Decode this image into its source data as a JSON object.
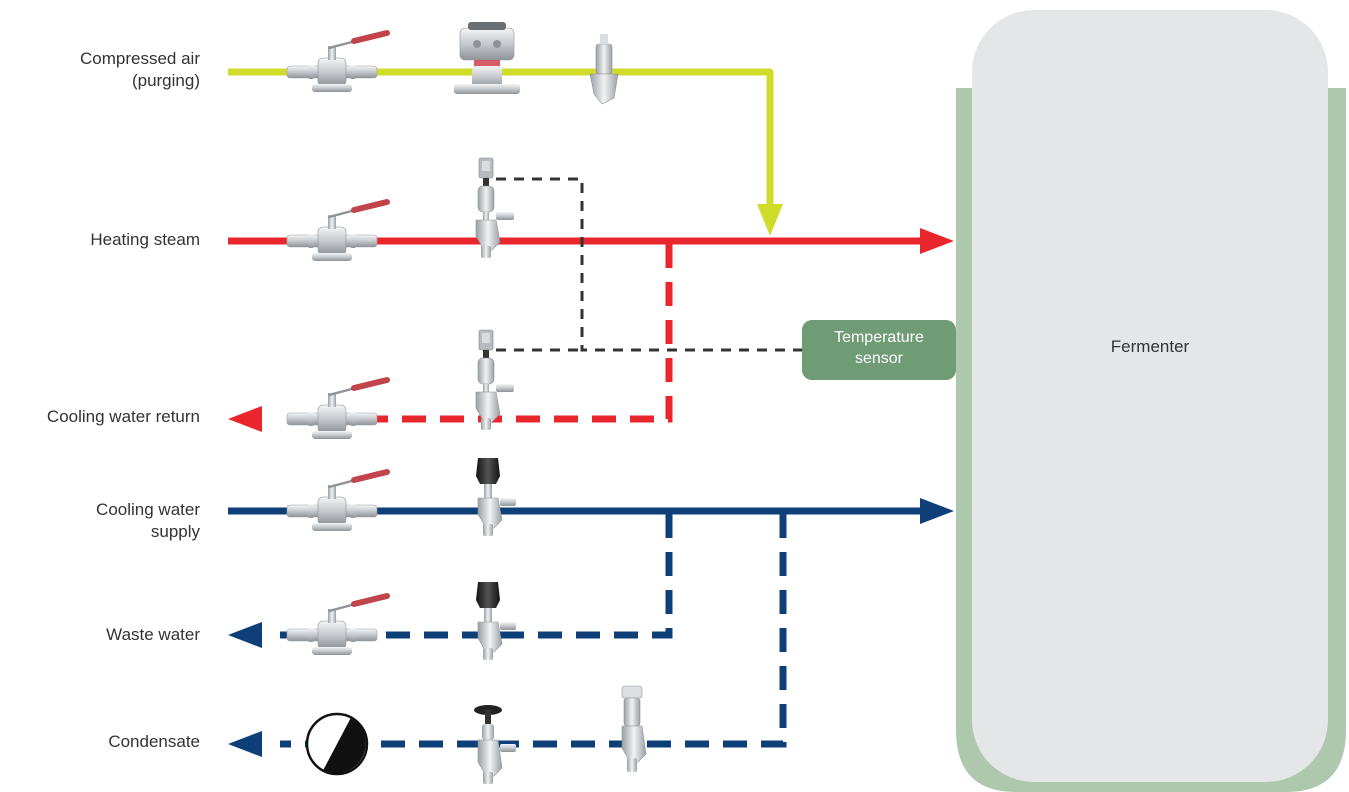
{
  "lines": {
    "compressed_air": {
      "label_1": "Compressed air",
      "label_2": "(purging)"
    },
    "heating_steam": {
      "label_1": "Heating steam"
    },
    "cooling_water_return": {
      "label_1": "Cooling water return"
    },
    "cooling_water_supply": {
      "label_1": "Cooling water",
      "label_2": "supply"
    },
    "waste_water": {
      "label_1": "Waste water"
    },
    "condensate": {
      "label_1": "Condensate"
    }
  },
  "temperature_sensor": {
    "label_1": "Temperature",
    "label_2": "sensor"
  },
  "fermenter": {
    "label": "Fermenter"
  },
  "colors": {
    "air": "#cfdc2a",
    "steam": "#e8262c",
    "water": "#0e3f79",
    "control": "#333333",
    "sensor": "#6f9c75",
    "vessel_fill": "#e5e6e8",
    "vessel_jacket": "#adc8ad"
  }
}
